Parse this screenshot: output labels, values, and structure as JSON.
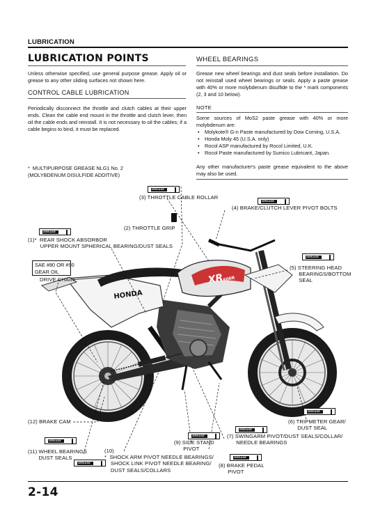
{
  "header": {
    "section": "LUBRICATION"
  },
  "title": "LUBRICATION POINTS",
  "intro": "Unless otherwise specified, use general purpose grease. Apply oil or grease to any other sliding surfaces not shown here.",
  "control_cable": {
    "heading": "CONTROL CABLE LUBRICATION",
    "body": "Periodically disconnect the throttle and clutch cables at their upper ends. Clean the cable end mount in the throttle and clutch lever, then oil the cable ends and reinstall. It is not necessary to oil the cables; if a cable begins to bind, it must be replaced."
  },
  "wheel_bearings": {
    "heading": "WHEEL BEARINGS",
    "body": "Grease new wheel bearings and dust seals before installation. Do not reinstall used wheel bearings or seals. Apply a paste grease with 40% or more molybdenum disulfide to the * mark components (2, 3 and 10 below)."
  },
  "note": {
    "heading": "NOTE",
    "intro": "Some sources of MoS2 paste grease with 40% or more molybdenum are:",
    "bullets": [
      "Molykote® G-n Paste manufactured by Dow Corning, U.S.A.",
      "Honda Moly 45 (U.S.A. only)",
      "Rocol ASP manufactured by Rocol Limited, U.K.",
      "Rocol Paste manufactured by Sumico Lubricant, Japan."
    ],
    "outro": "Any other manufacturer's paste grease equivalent to the above may also be used."
  },
  "multipurpose_note": "*  MULTIPURPOSE GREASE NLG1 No. 2\n(MOLYBDENUM DISULFIDE ADDITIVE)",
  "grease_badge": "GREASE",
  "sae_box": "SAE #80 OR #90\nGEAR OIL",
  "callouts": {
    "c1": "(1)*  REAR SHOCK ABSORBOR\n        UPPER MOUNT SPHERICAL BEARING/DUST SEALS",
    "c2": "(2) THROTTLE GRIP",
    "c3": "(3) THROTTLE CABLE ROLLAR",
    "c4": "(4) BRAKE/CLUTCH LEVER PIVOT BOLTS",
    "c5": "(5) STEERING HEAD\n      BEARINGS/BOTTOM\n      SEAL",
    "c6": "(6) TRIPMETER GEAR/\n      DUST SEAL",
    "c7": "(7) SWINGARM PIVOT/DUST SEALS/COLLAR/\n      NEEDLE BEARINGS",
    "c8": "(8) BRAKE PEDAL\n      PIVOT",
    "c9": "(9) SIDE STAND\n      PIVOT",
    "c10": "(10)\n*  SHOCK ARM PIVOT NEEDLE BEARINGS/\n    SHOCK LINK PIVOT NEEDLE BEARING/\n    DUST SEALS/COLLARS",
    "c11": "(11) WHEEL BEARINGS\n       DUST SEALS",
    "c12": "(12) BRAKE CAM",
    "drive_chain": "DRIVE CHAIN"
  },
  "bike": {
    "brand": "HONDA",
    "model": "XR",
    "model_sub": "600R"
  },
  "page_number": "2-14"
}
